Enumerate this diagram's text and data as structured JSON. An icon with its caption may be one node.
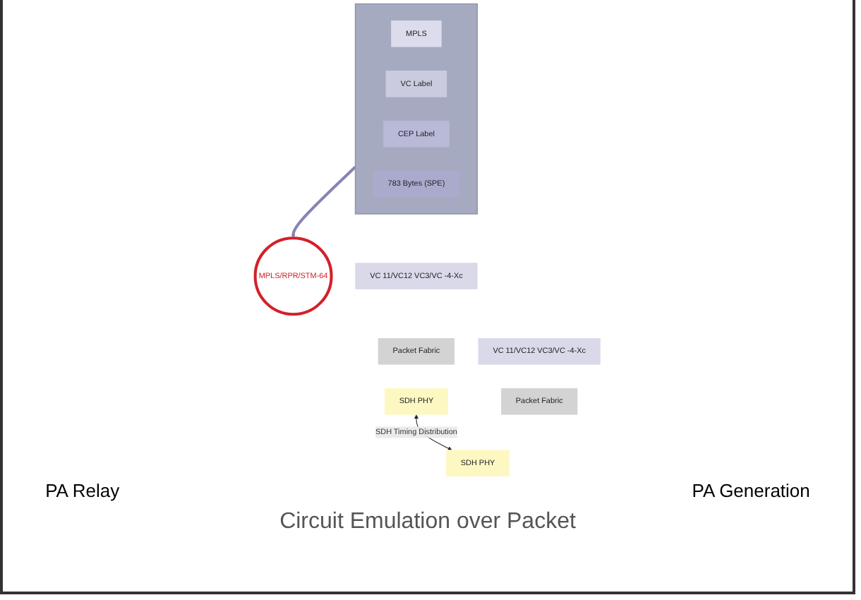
{
  "diagram": {
    "caption": "Circuit Emulation over Packet",
    "nodes": [
      {
        "text": [],
        "shape": "bar"
      },
      {
        "text": [
          "MPLS"
        ],
        "in": 0
      },
      {
        "text": [
          "VC Label"
        ],
        "in": 0
      },
      {
        "text": [
          "CEP Label"
        ],
        "in": 0
      },
      {
        "text": [
          "783 Bytes (SPE)"
        ],
        "in": 0
      },
      {
        "text": [
          "MPLS/RPR/STM-64"
        ]
      },
      {
        "text": [
          "VC 11/VC12 VC3/VC -4-Xc"
        ]
      },
      {
        "text": [
          "Packet Fabric"
        ]
      },
      {
        "text": [
          "SDH  PHY"
        ]
      },
      {
        "text": [
          "VC 11/VC12 VC3/VC -4-Xc"
        ]
      },
      {
        "text": [
          "Packet Fabric"
        ]
      },
      {
        "text": [
          "SDH  PHY"
        ]
      }
    ],
    "edges": [
      {
        "from": 0,
        "to": 5,
        "arrow": "to",
        "style": "thick",
        "color": "#8585b5"
      },
      {
        "from": 8,
        "to": 11,
        "arrow": "both",
        "label": "SDH Timing Distribution",
        "color": "#222222"
      }
    ],
    "labels": [
      "PA Relay",
      "PA Generation"
    ]
  }
}
